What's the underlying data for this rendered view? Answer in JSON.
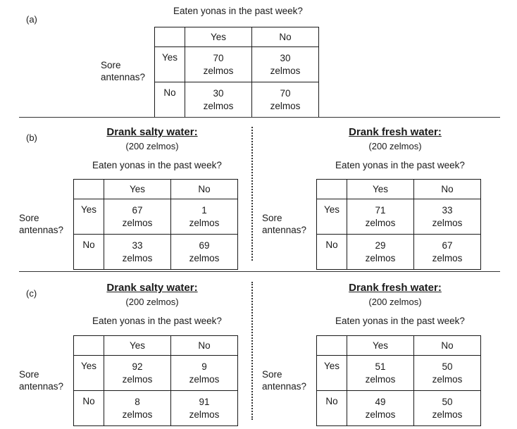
{
  "panel_a": {
    "label": "(a)",
    "question": "Eaten yonas in the past week?",
    "row_label": [
      "Sore",
      "antennas?"
    ],
    "table": {
      "col_headers": [
        "Yes",
        "No"
      ],
      "rows": [
        {
          "label": "Yes",
          "cells": [
            [
              "70",
              "zelmos"
            ],
            [
              "30",
              "zelmos"
            ]
          ]
        },
        {
          "label": "No",
          "cells": [
            [
              "30",
              "zelmos"
            ],
            [
              "70",
              "zelmos"
            ]
          ]
        }
      ]
    }
  },
  "panel_b": {
    "label": "(b)",
    "salty": {
      "heading": "Drank salty water:",
      "sub": "(200 zelmos)",
      "question": "Eaten yonas in the past week?",
      "row_label": [
        "Sore",
        "antennas?"
      ],
      "table": {
        "col_headers": [
          "Yes",
          "No"
        ],
        "rows": [
          {
            "label": "Yes",
            "cells": [
              [
                "67",
                "zelmos"
              ],
              [
                "1",
                "zelmos"
              ]
            ]
          },
          {
            "label": "No",
            "cells": [
              [
                "33",
                "zelmos"
              ],
              [
                "69",
                "zelmos"
              ]
            ]
          }
        ]
      }
    },
    "fresh": {
      "heading": "Drank fresh water:",
      "sub": "(200 zelmos)",
      "question": "Eaten yonas in the past week?",
      "row_label": [
        "Sore",
        "antennas?"
      ],
      "table": {
        "col_headers": [
          "Yes",
          "No"
        ],
        "rows": [
          {
            "label": "Yes",
            "cells": [
              [
                "71",
                "zelmos"
              ],
              [
                "33",
                "zelmos"
              ]
            ]
          },
          {
            "label": "No",
            "cells": [
              [
                "29",
                "zelmos"
              ],
              [
                "67",
                "zelmos"
              ]
            ]
          }
        ]
      }
    }
  },
  "panel_c": {
    "label": "(c)",
    "salty": {
      "heading": "Drank salty water:",
      "sub": "(200 zelmos)",
      "question": "Eaten yonas in the past week?",
      "row_label": [
        "Sore",
        "antennas?"
      ],
      "table": {
        "col_headers": [
          "Yes",
          "No"
        ],
        "rows": [
          {
            "label": "Yes",
            "cells": [
              [
                "92",
                "zelmos"
              ],
              [
                "9",
                "zelmos"
              ]
            ]
          },
          {
            "label": "No",
            "cells": [
              [
                "8",
                "zelmos"
              ],
              [
                "91",
                "zelmos"
              ]
            ]
          }
        ]
      }
    },
    "fresh": {
      "heading": "Drank fresh water:",
      "sub": "(200 zelmos)",
      "question": "Eaten yonas in the past week?",
      "row_label": [
        "Sore",
        "antennas?"
      ],
      "table": {
        "col_headers": [
          "Yes",
          "No"
        ],
        "rows": [
          {
            "label": "Yes",
            "cells": [
              [
                "51",
                "zelmos"
              ],
              [
                "50",
                "zelmos"
              ]
            ]
          },
          {
            "label": "No",
            "cells": [
              [
                "49",
                "zelmos"
              ],
              [
                "50",
                "zelmos"
              ]
            ]
          }
        ]
      }
    }
  }
}
